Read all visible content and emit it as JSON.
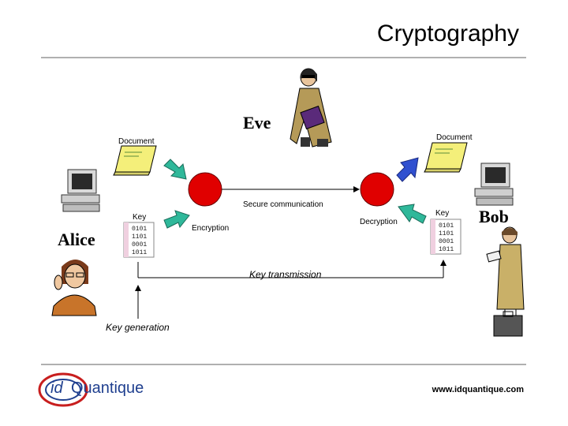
{
  "title": "Cryptography",
  "actors": {
    "eve": "Eve",
    "alice": "Alice",
    "bob": "Bob"
  },
  "labels": {
    "document_left": "Document",
    "document_right": "Document",
    "secure_communication": "Secure communication",
    "key_left": "Key",
    "key_right": "Key",
    "encryption": "Encryption",
    "decryption": "Decryption",
    "key_transmission": "Key transmission",
    "key_generation": "Key generation"
  },
  "key_bits": [
    "0101",
    "1101",
    "0001",
    "1011"
  ],
  "footer": {
    "logo_id": "id",
    "logo_name": "Quantique",
    "url": "www.idquantique.com"
  },
  "colors": {
    "node_red": "#e00000",
    "arrow_teal": "#2fb89a",
    "arrow_blue": "#3050d0",
    "document_yellow": "#f4ef7a",
    "logo_red": "#c81e1e",
    "logo_blue": "#1f3f8f"
  }
}
